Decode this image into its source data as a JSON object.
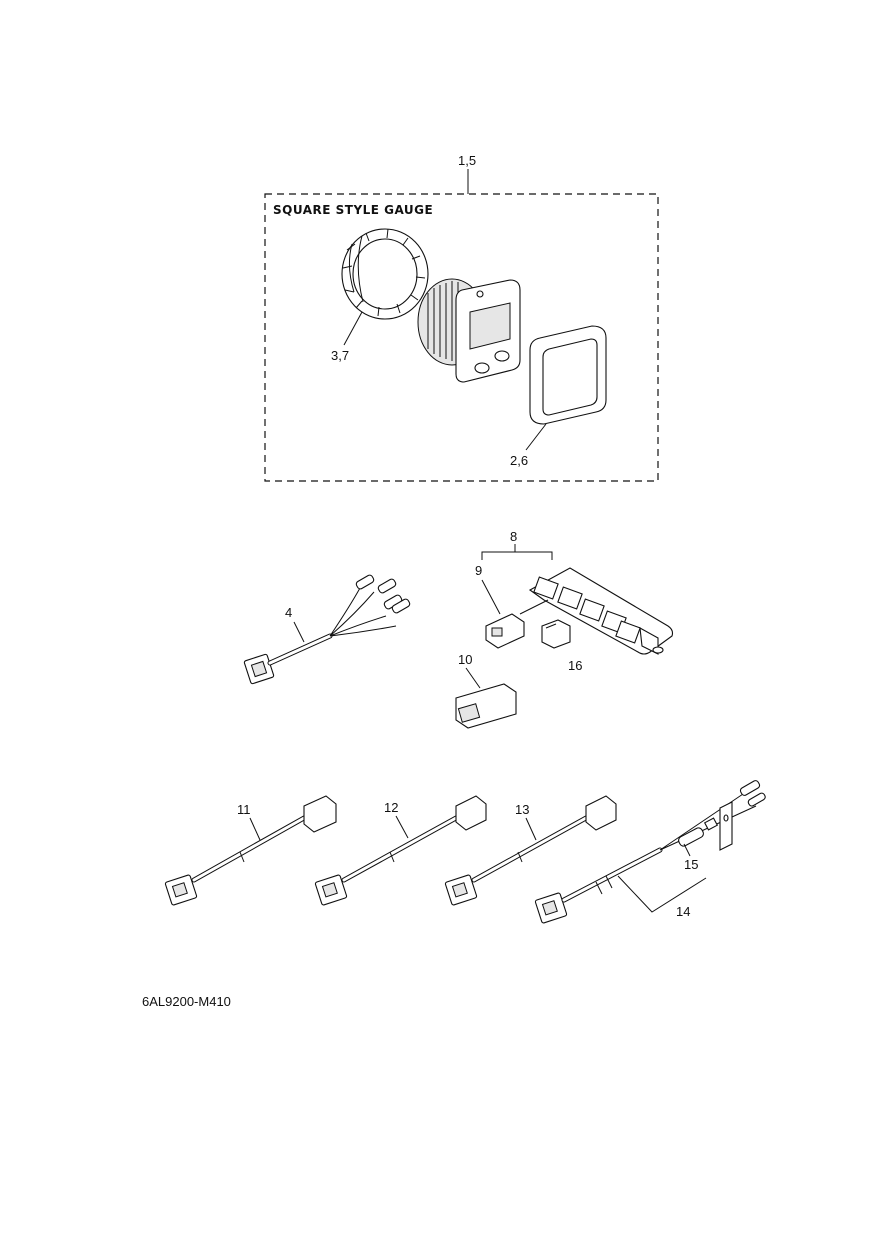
{
  "diagram": {
    "gauge_box_title": "SQUARE STYLE GAUGE",
    "drawing_code": "6AL9200-M410",
    "callouts": {
      "c1_5": "1,5",
      "c3_7": "3,7",
      "c2_6": "2,6",
      "c4": "4",
      "c8": "8",
      "c9": "9",
      "c10": "10",
      "c16": "16",
      "c11": "11",
      "c12": "12",
      "c13": "13",
      "c14": "14",
      "c15": "15"
    }
  }
}
